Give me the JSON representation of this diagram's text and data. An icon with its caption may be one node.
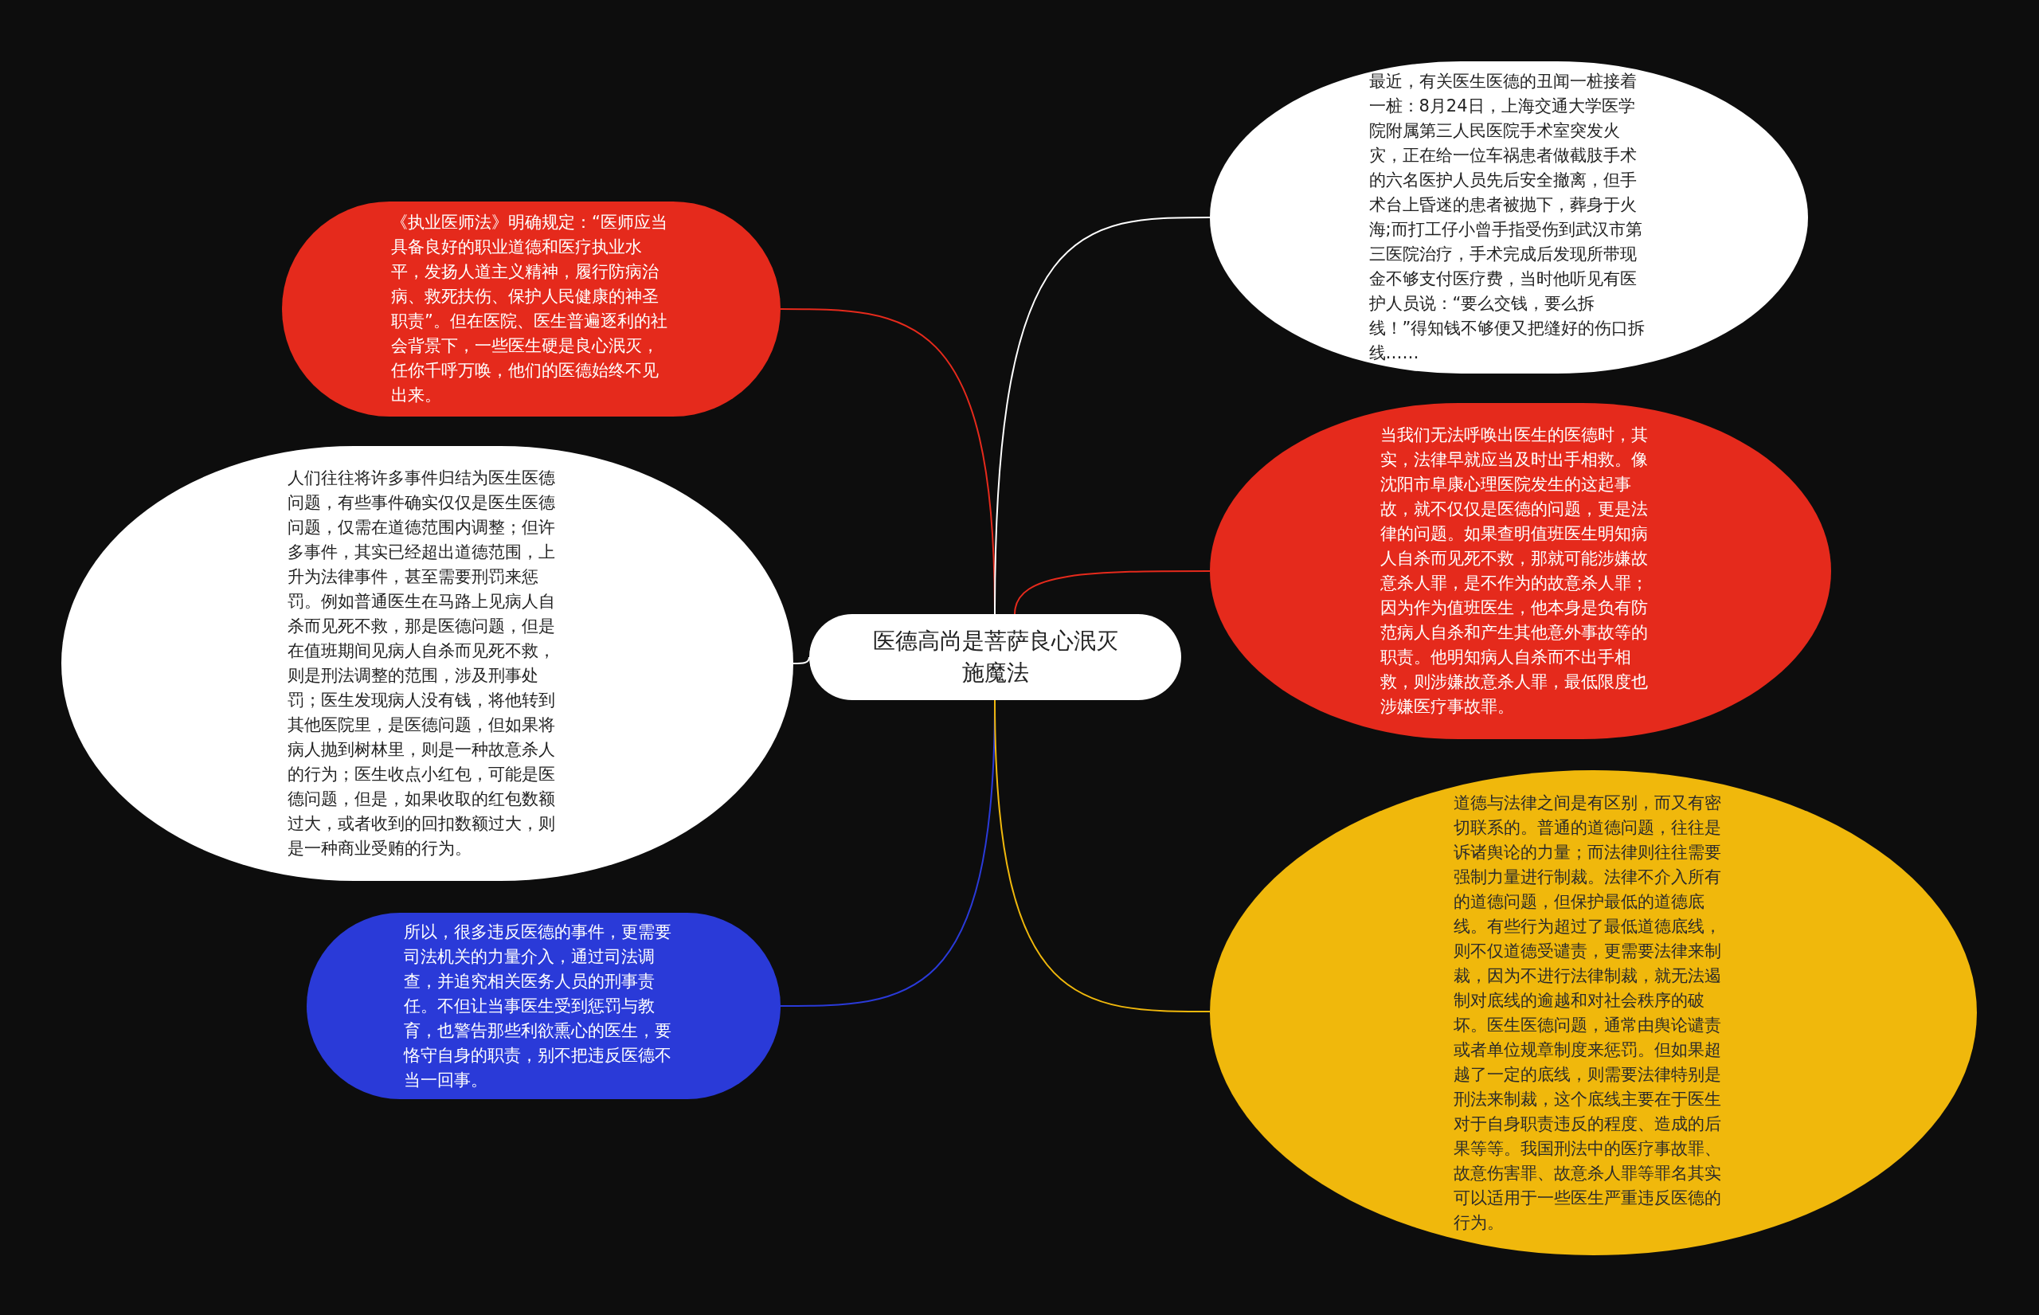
{
  "diagram": {
    "nodes": [
      {
        "text": [
          "医德高尚是菩萨良心泯灭施魔法"
        ]
      },
      {
        "text": [
          "《执业医师法》明确规定：“医师应当具备良好的职业道德和医疗执业水平，发扬人道主义精神，履行防病治病、救死扶伤、保护人民健康的神圣职责”。但在医院、医生普遍逐利的社会背景下，一些医生硬是良心泯灭，任你千呼万唤，他们的医德始终不见出来。"
        ]
      },
      {
        "text": [
          "人们往往将许多事件归结为医生医德问题，有些事件确实仅仅是医生医德问题，仅需在道德范围内调整；但许多事件，其实已经超出道德范围，上升为法律事件，甚至需要刑罚来惩罚。例如普通医生在马路上见病人自杀而见死不救，那是医德问题，但是在值班期间见病人自杀而见死不救，则是刑法调整的范围，涉及刑事处罚；医生发现病人没有钱，将他转到其他医院里，是医德问题，但如果将病人抛到树林里，则是一种故意杀人的行为；医生收点小红包，可能是医德问题，但是，如果收取的红包数额过大，或者收到的回扣数额过大，则是一种商业受贿的行为。"
        ]
      },
      {
        "text": [
          "所以，很多违反医德的事件，更需要司法机关的力量介入，通过司法调查，并追究相关医务人员的刑事责任。不但让当事医生受到惩罚与教育，也警告那些利欲熏心的医生，要恪守自身的职责，别不把违反医德不当一回事。"
        ]
      },
      {
        "text": [
          "最近，有关医生医德的丑闻一桩接着一桩：8月24日，上海交通大学医学院附属第三人民医院手术室突发火灾，正在给一位车祸患者做截肢手术的六名医护人员先后安全撤离，但手术台上昏迷的患者被抛下，葬身于火海;而打工仔小曾手指受伤到武汉市第三医院治疗，手术完成后发现所带现金不够支付医疗费，当时他听见有医护人员说：“要么交钱，要么拆线！”得知钱不够便又把缝好的伤口拆线……"
        ]
      },
      {
        "text": [
          "当我们无法呼唤出医生的医德时，其实，法律早就应当及时出手相救。像沈阳市阜康心理医院发生的这起事故，就不仅仅是医德的问题，更是法律的问题。如果查明值班医生明知病人自杀而见死不救，那就可能涉嫌故意杀人罪，是不作为的故意杀人罪；因为作为值班医生，他本身是负有防范病人自杀和产生其他意外事故等的职责。他明知病人自杀而不出手相救，则涉嫌故意杀人罪，最低限度也涉嫌医疗事故罪。"
        ]
      },
      {
        "text": [
          "道德与法律之间是有区别，而又有密切联系的。普通的道德问题，往往是诉诸舆论的力量；而法律则往往需要强制力量进行制裁。法律不介入所有的道德问题，但保护最低的道德底线。有些行为超过了最低道德底线，则不仅道德受谴责，更需要法律来制裁，因为不进行法律制裁，就无法遏制对底线的逾越和对社会秩序的破坏。医生医德问题，通常由舆论谴责或者单位规章制度来惩罚。但如果超越了一定的底线，则需要法律特别是刑法来制裁，这个底线主要在于医生对于自身职责违反的程度、造成的后果等等。我国刑法中的医疗事故罪、故意伤害罪、故意杀人罪等罪名其实可以适用于一些医生严重违反医德的行为。"
        ]
      }
    ],
    "edges": [
      {
        "from": 0,
        "to": 1,
        "arrow": "none",
        "color": "#e52a1c"
      },
      {
        "from": 0,
        "to": 2,
        "arrow": "none",
        "color": "#ffffff"
      },
      {
        "from": 0,
        "to": 3,
        "arrow": "none",
        "color": "#2a3ad8"
      },
      {
        "from": 0,
        "to": 4,
        "arrow": "none",
        "color": "#ffffff"
      },
      {
        "from": 0,
        "to": 5,
        "arrow": "none",
        "color": "#e52a1c"
      },
      {
        "from": 0,
        "to": 6,
        "arrow": "none",
        "color": "#f0b80c"
      }
    ]
  }
}
